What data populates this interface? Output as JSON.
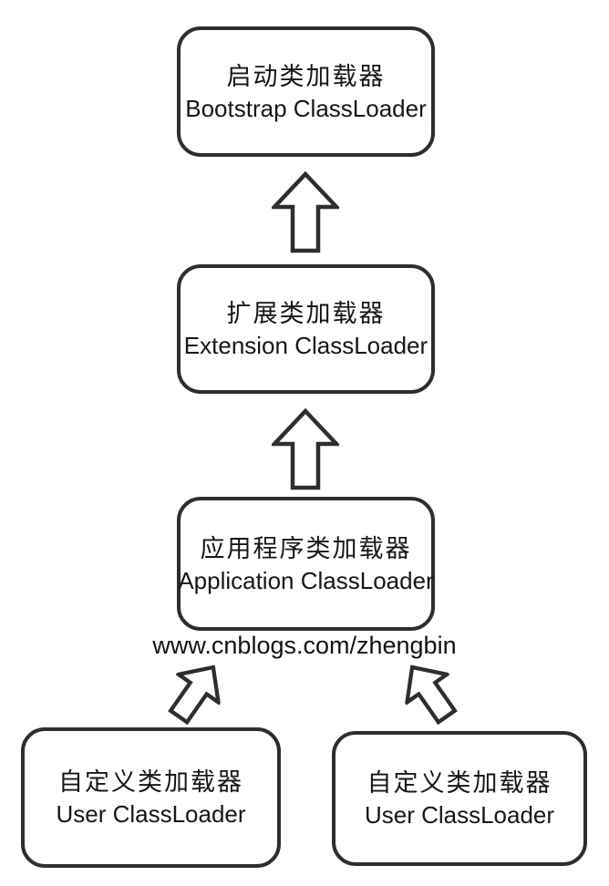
{
  "colors": {
    "background": "#ffffff",
    "outline": "#2e2e2e",
    "text": "#161616"
  },
  "nodes": {
    "bootstrap": {
      "label_zh": "启动类加载器",
      "label_en": "Bootstrap ClassLoader"
    },
    "extension": {
      "label_zh": "扩展类加载器",
      "label_en": "Extension ClassLoader"
    },
    "application": {
      "label_zh": "应用程序类加载器",
      "label_en": "Application ClassLoader"
    },
    "user_left": {
      "label_zh": "自定义类加载器",
      "label_en": "User ClassLoader"
    },
    "user_right": {
      "label_zh": "自定义类加载器",
      "label_en": "User ClassLoader"
    }
  },
  "watermark": "www.cnblogs.com/zhengbin",
  "icons": {
    "arrow_up": "hollow outlined arrow pointing up",
    "arrow_up_right": "hollow outlined arrow pointing up-right",
    "arrow_up_left": "hollow outlined arrow pointing up-left"
  }
}
